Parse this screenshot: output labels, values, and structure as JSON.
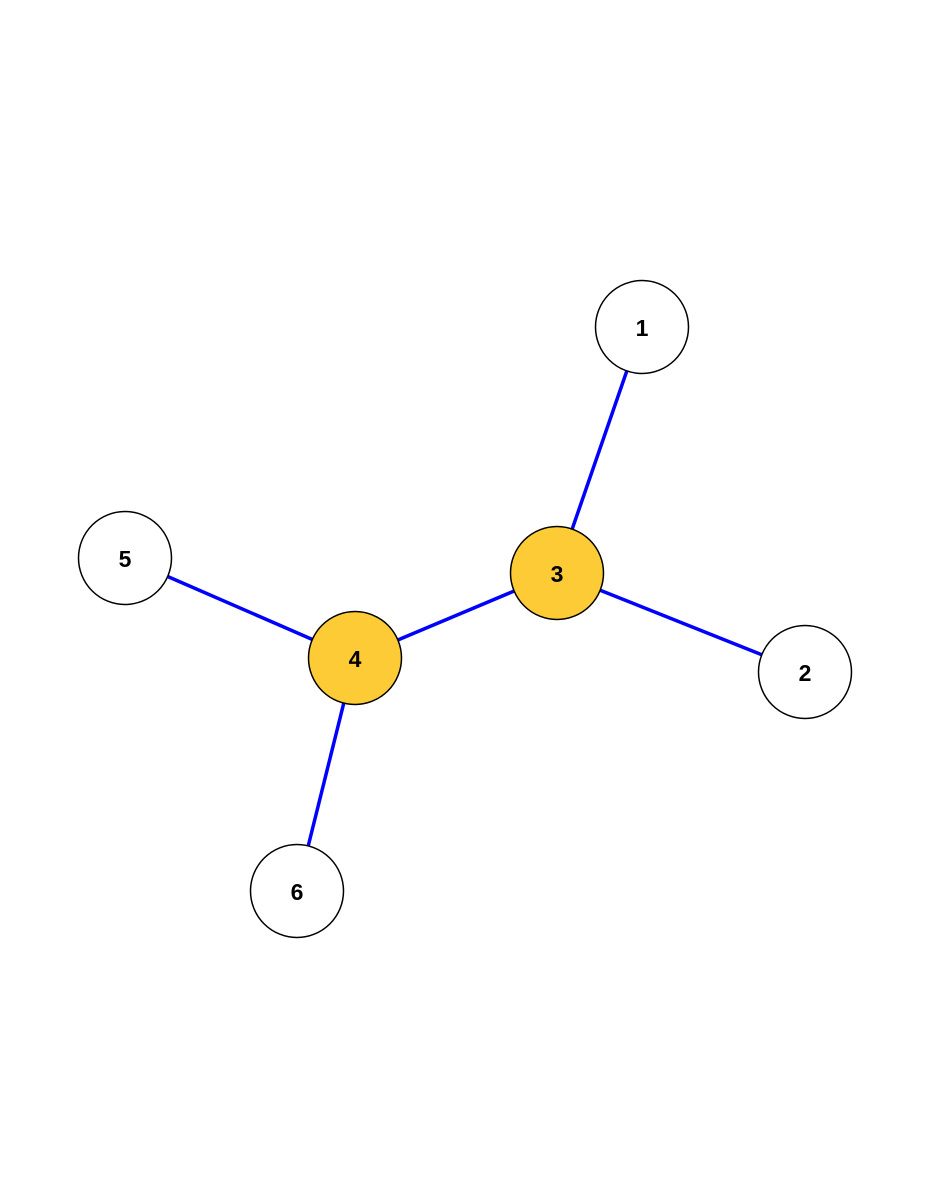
{
  "graph": {
    "nodes": [
      {
        "id": "1",
        "label": "1",
        "highlighted": false
      },
      {
        "id": "2",
        "label": "2",
        "highlighted": false
      },
      {
        "id": "3",
        "label": "3",
        "highlighted": true
      },
      {
        "id": "4",
        "label": "4",
        "highlighted": true
      },
      {
        "id": "5",
        "label": "5",
        "highlighted": false
      },
      {
        "id": "6",
        "label": "6",
        "highlighted": false
      }
    ],
    "edges": [
      {
        "from": "3",
        "to": "1"
      },
      {
        "from": "3",
        "to": "2"
      },
      {
        "from": "3",
        "to": "4"
      },
      {
        "from": "4",
        "to": "5"
      },
      {
        "from": "4",
        "to": "6"
      }
    ]
  },
  "colors": {
    "edge": "#0000ff",
    "node_fill": "#ffffff",
    "node_highlight_fill": "#fdcb35",
    "node_stroke": "#000000",
    "label": "#000000",
    "background": "#ffffff"
  }
}
